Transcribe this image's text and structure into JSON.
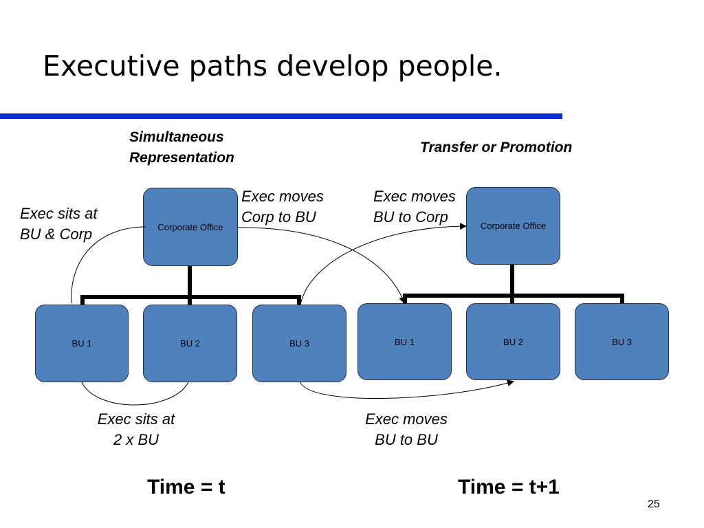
{
  "title": "Executive paths develop people.",
  "accent_color": "#0b2bd6",
  "box_color": "#4f81bd",
  "left_diagram": {
    "heading": [
      "Simultaneous",
      "Representation"
    ],
    "corporate_label": "Corporate Office",
    "bu_labels": [
      "BU 1",
      "BU 2",
      "BU 3"
    ],
    "time_label": "Time = t"
  },
  "right_diagram": {
    "heading": "Transfer or Promotion",
    "corporate_label": "Corporate Office",
    "bu_labels": [
      "BU 1",
      "BU 2",
      "BU 3"
    ],
    "time_label": "Time = t+1"
  },
  "annotations": {
    "sits_bu_corp": [
      "Exec sits at",
      "BU & Corp"
    ],
    "moves_corp_to_bu": [
      "Exec moves",
      "Corp to BU"
    ],
    "moves_bu_to_corp": [
      "Exec moves",
      "BU to Corp"
    ],
    "sits_two_bu": [
      "Exec sits at",
      "2 x BU"
    ],
    "moves_bu_to_bu": [
      "Exec moves",
      "BU to BU"
    ]
  },
  "page_number": "25"
}
